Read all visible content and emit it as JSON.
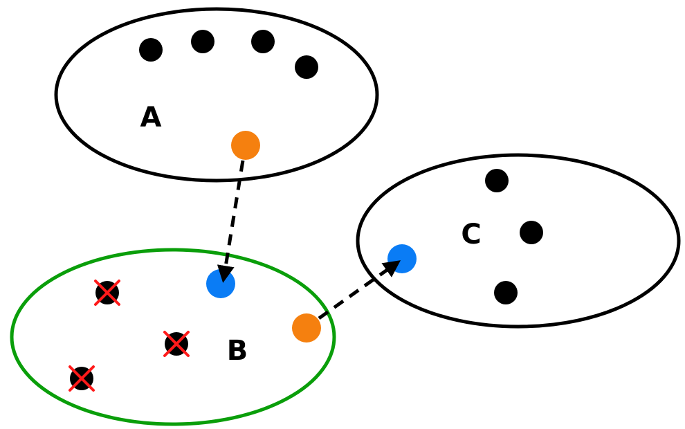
{
  "colors": {
    "set_outline": "#000000",
    "highlight_outline": "#0a9e0a",
    "member_dot": "#000000",
    "source_dot": "#f5800f",
    "target_dot": "#0a7cf5",
    "removed_cross": "#ff1a1a",
    "arrow": "#000000"
  },
  "sets": {
    "a": {
      "label": "A",
      "highlighted": false,
      "members": 4,
      "has_source": true
    },
    "b": {
      "label": "B",
      "highlighted": true,
      "members": 0,
      "removed_members": 3,
      "has_source": true,
      "has_target": true
    },
    "c": {
      "label": "C",
      "highlighted": false,
      "members": 3,
      "has_target": true
    }
  },
  "arrows": [
    {
      "from": "A",
      "to": "B",
      "style": "dashed"
    },
    {
      "from": "B",
      "to": "C",
      "style": "dashed"
    }
  ]
}
